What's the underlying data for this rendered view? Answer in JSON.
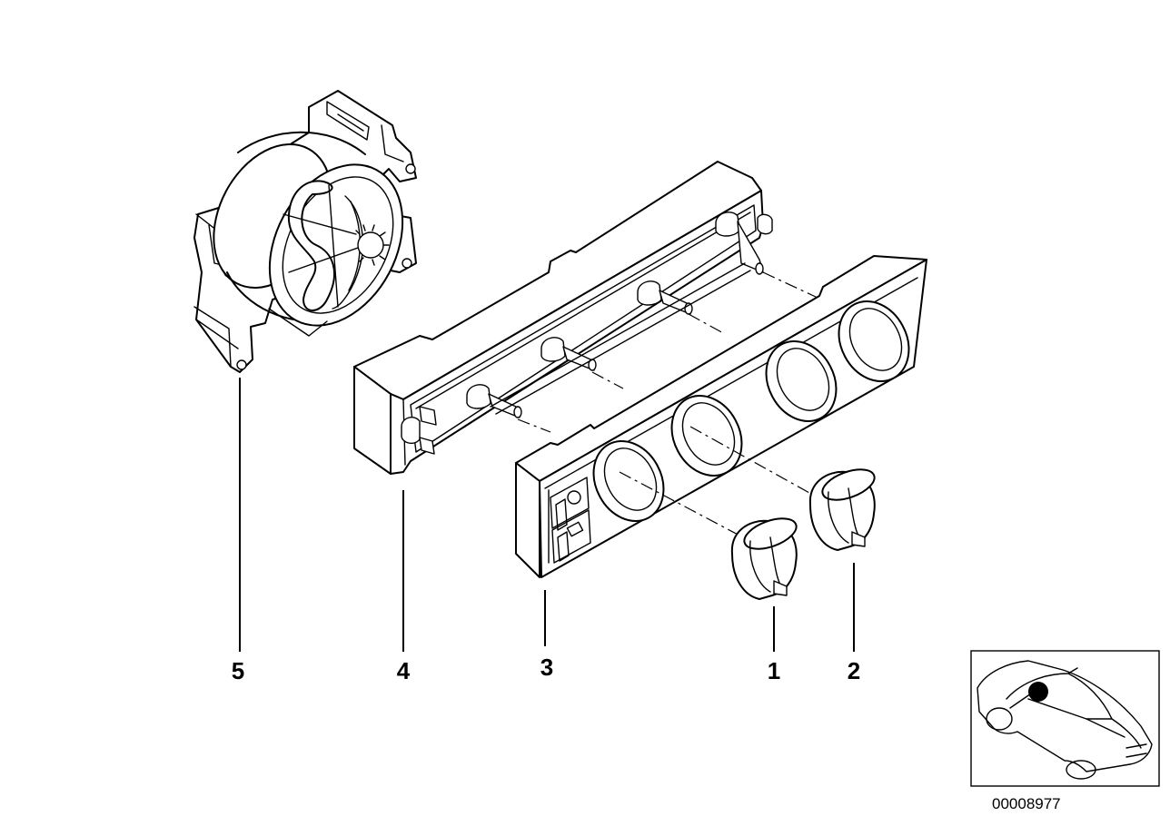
{
  "diagram": {
    "callouts": [
      {
        "id": "1",
        "label": "1"
      },
      {
        "id": "2",
        "label": "2"
      },
      {
        "id": "3",
        "label": "3"
      },
      {
        "id": "4",
        "label": "4"
      },
      {
        "id": "5",
        "label": "5"
      }
    ],
    "reference_number": "00008977",
    "locator": {
      "marker_color": "#000000"
    },
    "line_color": "#000000",
    "background": "#ffffff"
  }
}
